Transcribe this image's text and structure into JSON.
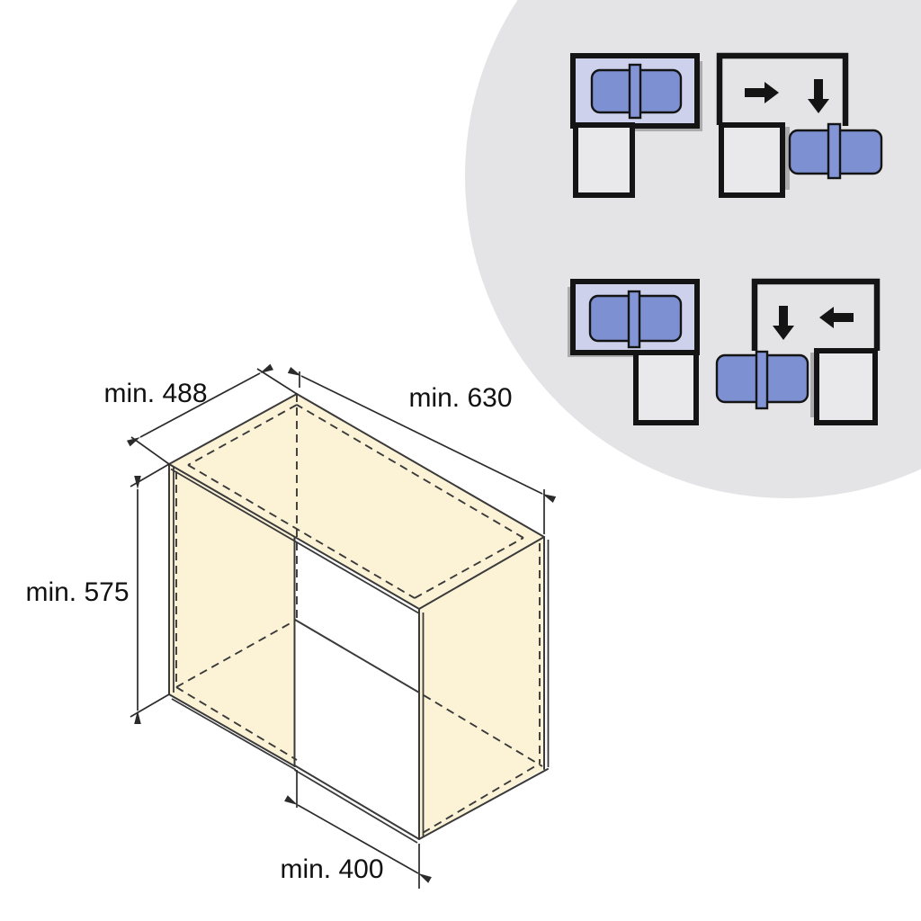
{
  "dimensions": {
    "depth": "min. 488",
    "width": "min. 630",
    "height": "min. 575",
    "opening": "min. 400"
  },
  "colors": {
    "background": "#FFFFFF",
    "circle": "#E4E4E6",
    "cabinet_fill": "#FCF3D7",
    "opening_fill": "#FFFFFF",
    "corner_unit_fill": "#CDD1EC",
    "shelf_fill": "#7C90D2",
    "shelf_rail_fill": "#8395D6",
    "shadow": "#ABABAD",
    "square_fill": "#E9E9EB"
  },
  "icons": {
    "top_right_diagram": [
      "arrow-right-icon",
      "arrow-down-icon"
    ],
    "bottom_right_diagram": [
      "arrow-down-icon",
      "arrow-left-icon"
    ]
  }
}
